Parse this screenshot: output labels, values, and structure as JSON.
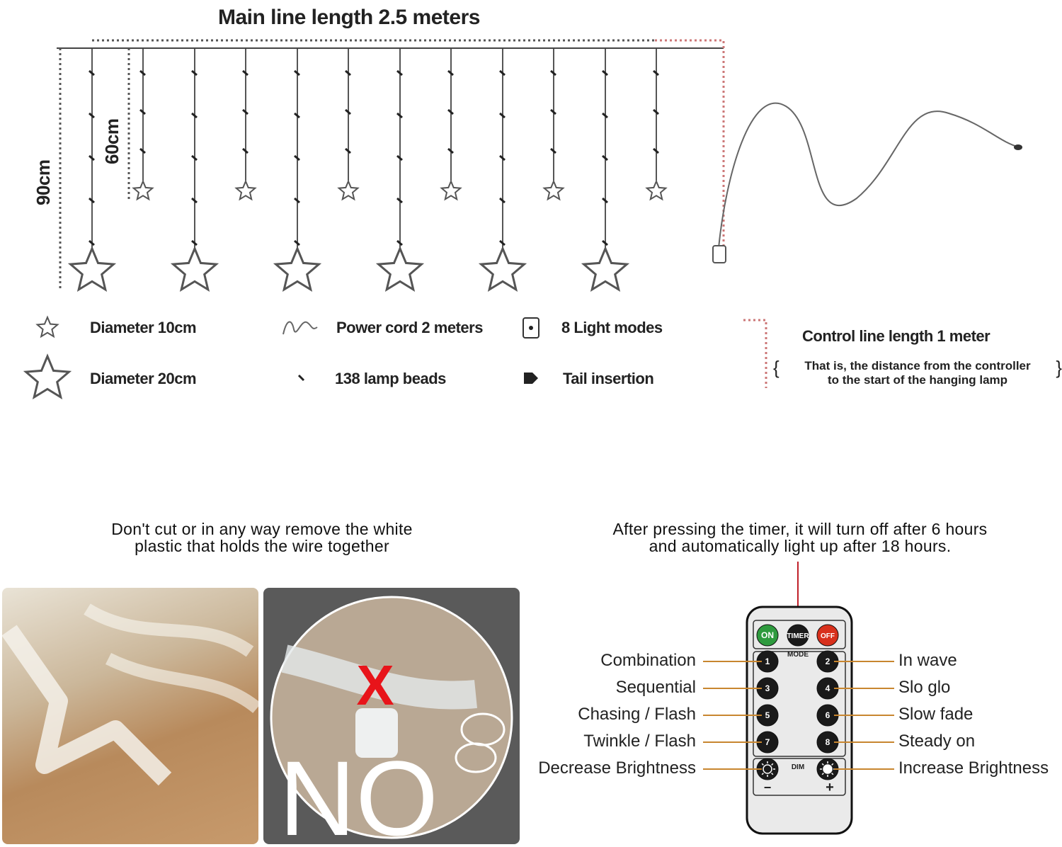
{
  "diagram": {
    "title": "Main line length 2.5 meters",
    "dim_90": "90cm",
    "dim_60": "60cm",
    "legend": {
      "small_star": "Diameter 10cm",
      "big_star": "Diameter 20cm",
      "power_cord": "Power cord 2 meters",
      "lamp_beads": "138 lamp beads",
      "light_modes": "8 Light modes",
      "tail_insertion": "Tail insertion"
    },
    "control_line": {
      "title": "Control line length 1 meter",
      "note_line1": "That is, the distance from the controller",
      "note_line2": "to the start of the hanging lamp"
    }
  },
  "warning": {
    "line1": "Don't cut or in any way remove the white",
    "line2": "plastic that holds the wire together",
    "no_label": "NO"
  },
  "timer": {
    "line1": "After pressing the timer, it will turn off after 6 hours",
    "line2": "and automatically light up after 18 hours."
  },
  "remote": {
    "on": "ON",
    "timer": "TIMER",
    "off": "OFF",
    "mode": "MODE",
    "dim": "DIM",
    "minus": "−",
    "plus": "+",
    "colors": {
      "on": "#2e9a3e",
      "off": "#d8301c",
      "button": "#1a1a1a",
      "leader": "#c8862f",
      "timer_leader": "#c0202a"
    },
    "left_labels": [
      "Combination",
      "Sequential",
      "Chasing / Flash",
      "Twinkle / Flash",
      "Decrease Brightness"
    ],
    "right_labels": [
      "In wave",
      "Slo glo",
      "Slow fade",
      "Steady on",
      "Increase Brightness"
    ],
    "buttons_left": [
      "1",
      "3",
      "5",
      "7"
    ],
    "buttons_right": [
      "2",
      "4",
      "6",
      "8"
    ]
  }
}
